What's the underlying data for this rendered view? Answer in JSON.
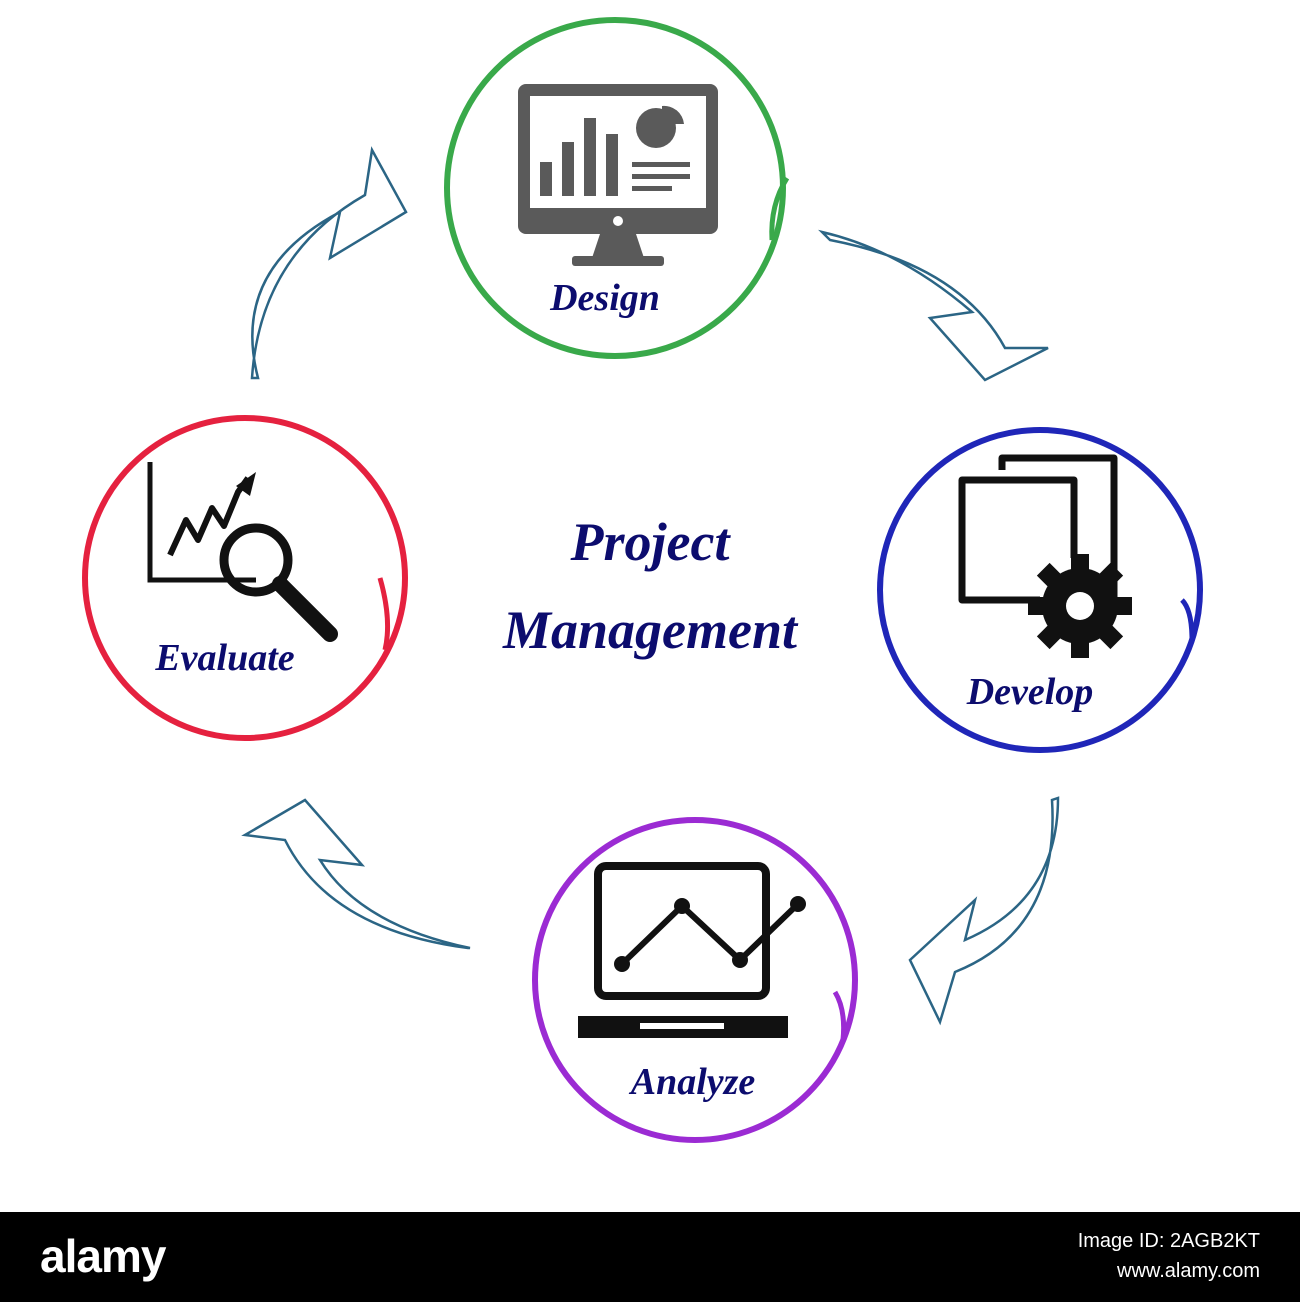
{
  "title": {
    "line1": "Project",
    "line2": "Management"
  },
  "stages": {
    "design": {
      "label": "Design",
      "color": "#39a94a"
    },
    "develop": {
      "label": "Develop",
      "color": "#1f26b8"
    },
    "analyze": {
      "label": "Analyze",
      "color": "#9b2bd3"
    },
    "evaluate": {
      "label": "Evaluate",
      "color": "#e5213f"
    }
  },
  "arrow_color": "#2b6585",
  "text_color": "#0c0c6e",
  "footer": {
    "brand": "alamy",
    "image_id": "Image ID: 2AGB2KT",
    "url": "www.alamy.com"
  }
}
